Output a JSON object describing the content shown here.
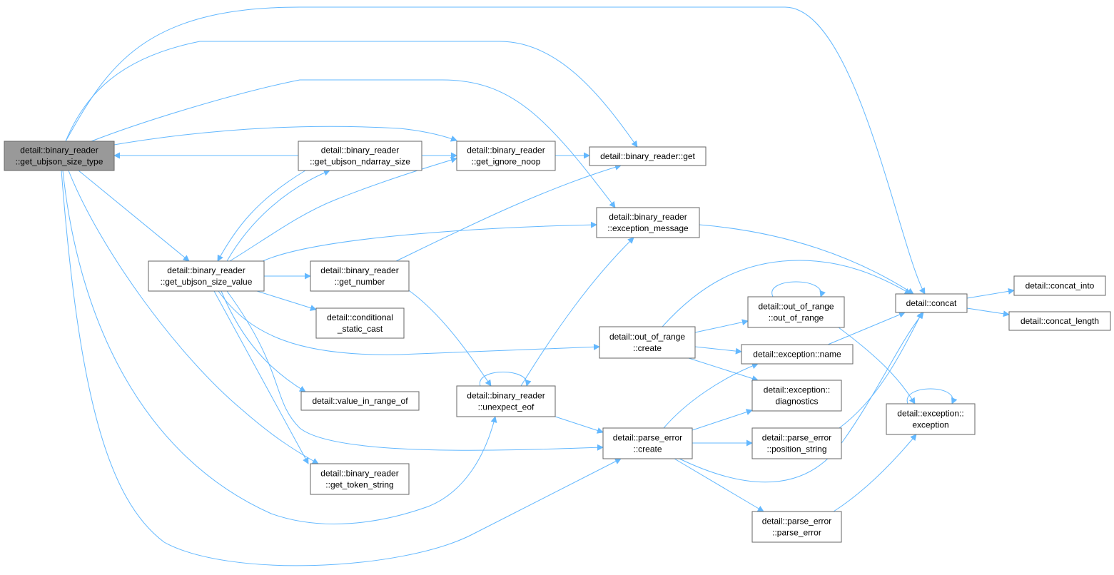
{
  "colors": {
    "edge": "#63b8ff",
    "node_border": "#666666",
    "node_fill": "#ffffff",
    "root_fill": "#999999"
  },
  "nodes": [
    {
      "id": "get_ubjson_size_type",
      "lines": [
        "detail::binary_reader",
        "::get_ubjson_size_type"
      ],
      "root": true
    },
    {
      "id": "get_ubjson_ndarray_size",
      "lines": [
        "detail::binary_reader",
        "::get_ubjson_ndarray_size"
      ]
    },
    {
      "id": "get_ignore_noop",
      "lines": [
        "detail::binary_reader",
        "::get_ignore_noop"
      ]
    },
    {
      "id": "get",
      "lines": [
        "detail::binary_reader::get"
      ]
    },
    {
      "id": "exception_message",
      "lines": [
        "detail::binary_reader",
        "::exception_message"
      ]
    },
    {
      "id": "get_ubjson_size_value",
      "lines": [
        "detail::binary_reader",
        "::get_ubjson_size_value"
      ]
    },
    {
      "id": "get_number",
      "lines": [
        "detail::binary_reader",
        "::get_number"
      ]
    },
    {
      "id": "conditional_static_cast",
      "lines": [
        "detail::conditional",
        "_static_cast"
      ]
    },
    {
      "id": "value_in_range_of",
      "lines": [
        "detail::value_in_range_of"
      ]
    },
    {
      "id": "get_token_string",
      "lines": [
        "detail::binary_reader",
        "::get_token_string"
      ]
    },
    {
      "id": "unexpect_eof",
      "lines": [
        "detail::binary_reader",
        "::unexpect_eof"
      ]
    },
    {
      "id": "out_of_range_create",
      "lines": [
        "detail::out_of_range",
        "::create"
      ]
    },
    {
      "id": "parse_error_create",
      "lines": [
        "detail::parse_error",
        "::create"
      ]
    },
    {
      "id": "out_of_range_ctor",
      "lines": [
        "detail::out_of_range",
        "::out_of_range"
      ]
    },
    {
      "id": "exception_name",
      "lines": [
        "detail::exception::name"
      ]
    },
    {
      "id": "exception_diagnostics",
      "lines": [
        "detail::exception::",
        "diagnostics"
      ]
    },
    {
      "id": "position_string",
      "lines": [
        "detail::parse_error",
        "::position_string"
      ]
    },
    {
      "id": "parse_error_ctor",
      "lines": [
        "detail::parse_error",
        "::parse_error"
      ]
    },
    {
      "id": "concat",
      "lines": [
        "detail::concat"
      ]
    },
    {
      "id": "concat_into",
      "lines": [
        "detail::concat_into"
      ]
    },
    {
      "id": "concat_length",
      "lines": [
        "detail::concat_length"
      ]
    },
    {
      "id": "exception_ctor",
      "lines": [
        "detail::exception::",
        "exception"
      ]
    }
  ],
  "edges": [
    [
      "get_ubjson_size_type",
      "concat"
    ],
    [
      "get_ubjson_size_type",
      "get"
    ],
    [
      "get_ubjson_size_type",
      "exception_message"
    ],
    [
      "get_ubjson_size_type",
      "get_ignore_noop"
    ],
    [
      "get_ubjson_size_type",
      "get_ubjson_size_value"
    ],
    [
      "get_ubjson_size_type",
      "get_token_string"
    ],
    [
      "get_ubjson_size_type",
      "unexpect_eof"
    ],
    [
      "get_ubjson_size_type",
      "parse_error_create"
    ],
    [
      "get_ubjson_ndarray_size",
      "get_ubjson_size_type"
    ],
    [
      "get_ubjson_ndarray_size",
      "get_ignore_noop"
    ],
    [
      "get_ubjson_ndarray_size",
      "get_ubjson_size_value"
    ],
    [
      "get_ignore_noop",
      "get"
    ],
    [
      "exception_message",
      "concat"
    ],
    [
      "get_ubjson_size_value",
      "get_ubjson_ndarray_size"
    ],
    [
      "get_ubjson_size_value",
      "get_ignore_noop"
    ],
    [
      "get_ubjson_size_value",
      "exception_message"
    ],
    [
      "get_ubjson_size_value",
      "get_number"
    ],
    [
      "get_ubjson_size_value",
      "conditional_static_cast"
    ],
    [
      "get_ubjson_size_value",
      "out_of_range_create"
    ],
    [
      "get_ubjson_size_value",
      "value_in_range_of"
    ],
    [
      "get_ubjson_size_value",
      "parse_error_create"
    ],
    [
      "get_ubjson_size_value",
      "get_token_string"
    ],
    [
      "get_number",
      "get"
    ],
    [
      "get_number",
      "unexpect_eof"
    ],
    [
      "unexpect_eof",
      "unexpect_eof"
    ],
    [
      "unexpect_eof",
      "exception_message"
    ],
    [
      "unexpect_eof",
      "parse_error_create"
    ],
    [
      "out_of_range_create",
      "concat"
    ],
    [
      "out_of_range_create",
      "out_of_range_ctor"
    ],
    [
      "out_of_range_create",
      "exception_name"
    ],
    [
      "out_of_range_create",
      "exception_diagnostics"
    ],
    [
      "parse_error_create",
      "exception_name"
    ],
    [
      "parse_error_create",
      "exception_diagnostics"
    ],
    [
      "parse_error_create",
      "position_string"
    ],
    [
      "parse_error_create",
      "concat"
    ],
    [
      "parse_error_create",
      "parse_error_ctor"
    ],
    [
      "out_of_range_ctor",
      "out_of_range_ctor"
    ],
    [
      "out_of_range_ctor",
      "exception_ctor"
    ],
    [
      "exception_name",
      "concat"
    ],
    [
      "position_string",
      "concat"
    ],
    [
      "parse_error_ctor",
      "exception_ctor"
    ],
    [
      "concat",
      "concat_into"
    ],
    [
      "concat",
      "concat_length"
    ],
    [
      "exception_ctor",
      "exception_ctor"
    ]
  ]
}
